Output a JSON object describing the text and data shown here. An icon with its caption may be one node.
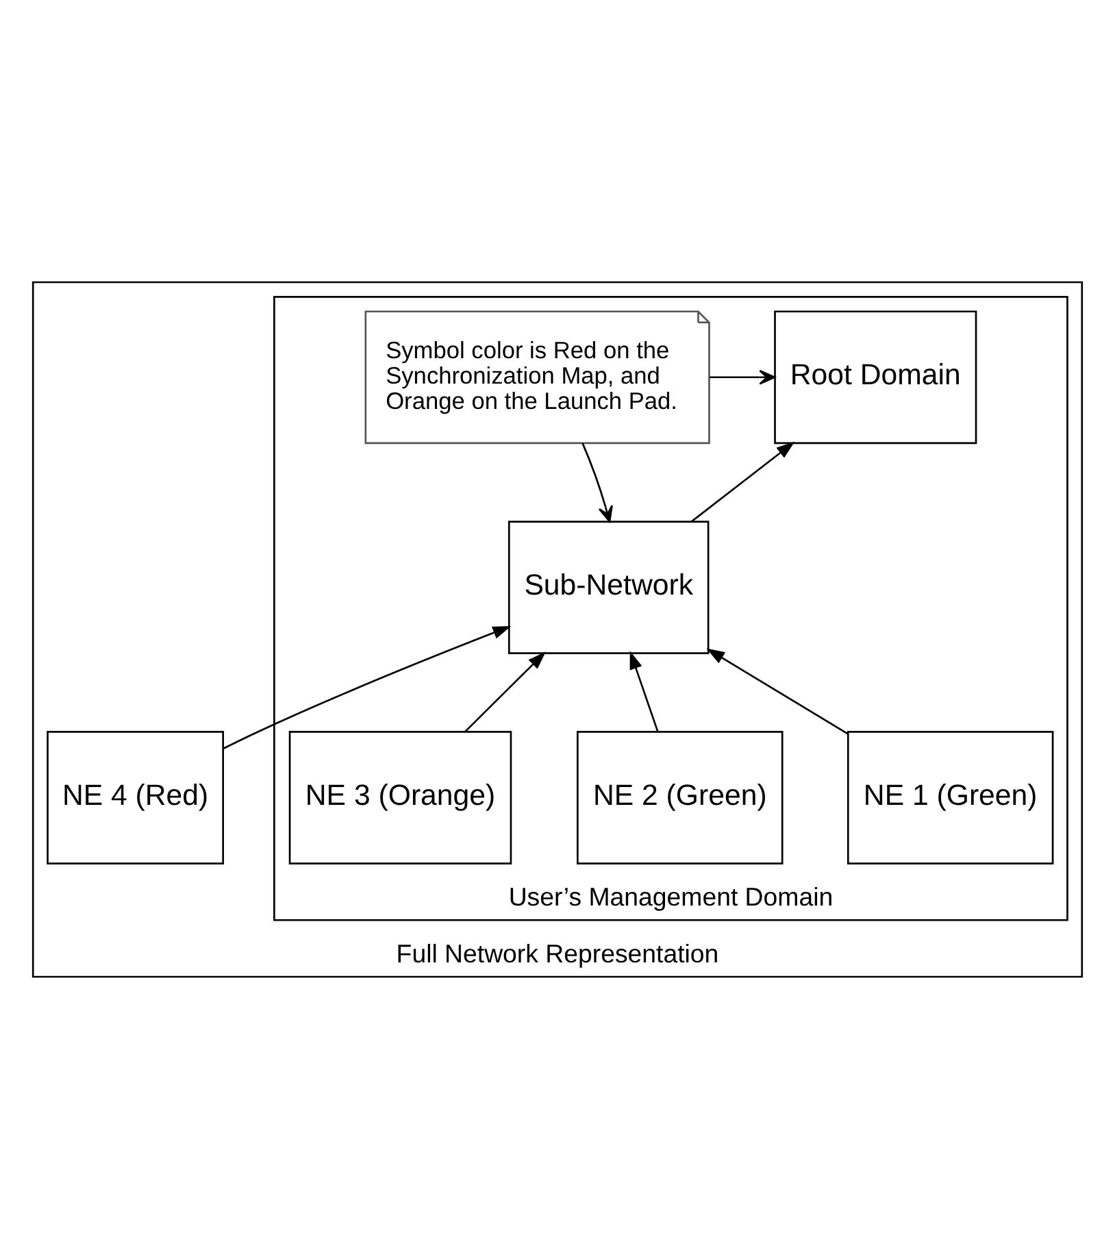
{
  "diagram": {
    "nodes": [
      {
        "text": [
          "Full Network Representation"
        ]
      },
      {
        "text": [
          "User’s Management Domain"
        ],
        "in": 0
      },
      {
        "text": [
          "Root Domain"
        ],
        "in": 1
      },
      {
        "text": [
          "Symbol color is Red on the Synchronization Map, and Orange on the Launch Pad."
        ],
        "in": 1
      },
      {
        "text": [
          "Sub-Network"
        ],
        "in": 1
      },
      {
        "text": [
          "NE 1 (Green)"
        ],
        "in": 1
      },
      {
        "text": [
          "NE 2 (Green)"
        ],
        "in": 1
      },
      {
        "text": [
          "NE 3 (Orange)"
        ],
        "in": 1
      },
      {
        "text": [
          "NE 4 (Red)"
        ],
        "in": 0
      }
    ],
    "edges": [
      {
        "from": 4,
        "to": 2,
        "arrow": "to"
      },
      {
        "from": 3,
        "to": 2,
        "arrow": "to"
      },
      {
        "from": 3,
        "to": 4,
        "arrow": "to"
      },
      {
        "from": 5,
        "to": 4,
        "arrow": "to"
      },
      {
        "from": 6,
        "to": 4,
        "arrow": "to"
      },
      {
        "from": 7,
        "to": 4,
        "arrow": "to"
      },
      {
        "from": 8,
        "to": 4,
        "arrow": "to"
      }
    ]
  }
}
